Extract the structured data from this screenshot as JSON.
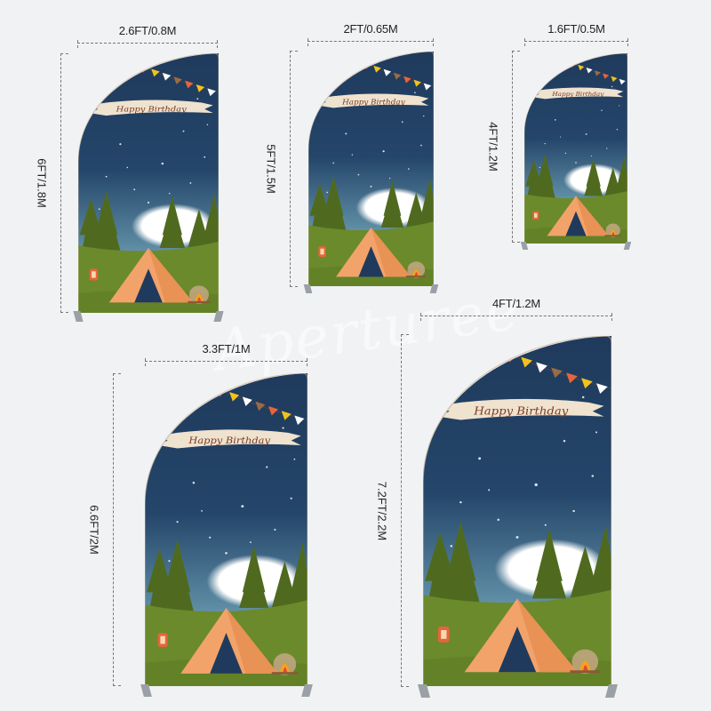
{
  "image": {
    "subject": "Arch backdrop stands size comparison",
    "background_color": "#f1f2f4",
    "watermark": "Aperturee"
  },
  "design": {
    "banner_text": "Happy Birthday",
    "colors": {
      "sky_top": "#1f3a5c",
      "sky_bottom": "#7fa7b8",
      "moon": "#ffffff",
      "grass": "#6b8a2c",
      "grass_dark": "#56731f",
      "trees": "#4f6a1f",
      "tent": "#f2a36a",
      "tent_light": "#f7c08f",
      "tent_door": "#1f3a5c",
      "fire": "#f6a21b",
      "lantern": "#e8643a",
      "bunting": [
        "#e8643a",
        "#f2c21b",
        "#ffffff",
        "#9b6b45"
      ],
      "stand": "#9aa0a6",
      "banner": "#efe2cf"
    }
  },
  "panels": [
    {
      "id": "p1",
      "width_label": "2.6FT/0.8M",
      "height_label": "6FT/1.8M"
    },
    {
      "id": "p2",
      "width_label": "2FT/0.65M",
      "height_label": "5FT/1.5M"
    },
    {
      "id": "p3",
      "width_label": "1.6FT/0.5M",
      "height_label": "4FT/1.2M"
    },
    {
      "id": "p4",
      "width_label": "3.3FT/1M",
      "height_label": "6.6FT/2M"
    },
    {
      "id": "p5",
      "width_label": "4FT/1.2M",
      "height_label": "7.2FT/2.2M"
    }
  ]
}
